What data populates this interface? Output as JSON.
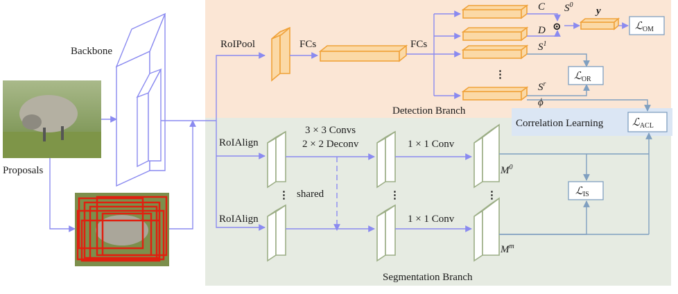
{
  "labels": {
    "backbone": "Backbone",
    "proposals": "Proposals",
    "roipool": "RoIPool",
    "fcs_1": "FCs",
    "fcs_2": "FCs",
    "detection_branch": "Detection Branch",
    "correlation_learning": "Correlation Learning",
    "roialign_top": "RoIAlign",
    "roialign_bottom": "RoIAlign",
    "convs_3x3": "3 × 3 Convs",
    "deconv_2x2": "2 × 2 Deconv",
    "shared": "shared",
    "conv_1x1_top": "1 × 1 Conv",
    "conv_1x1_bottom": "1 × 1 Conv",
    "segmentation_branch": "Segmentation Branch",
    "vdots": "⋮"
  },
  "math": {
    "C": "C",
    "D": "D",
    "S": "S",
    "S0_sup": "0",
    "S1_sup": "1",
    "Sr_sup": "r",
    "phi": "ϕ",
    "y": "y",
    "odot": "⊙",
    "M": "M",
    "M0_sup": "0",
    "Mm_sup": "m",
    "L": "ℒ",
    "L_OM_sub": "OM",
    "L_OR_sub": "OR",
    "L_ACL_sub": "ACL",
    "L_IS_sub": "IS"
  },
  "colors": {
    "detection_bg": "#fbe6d5",
    "segmentation_bg": "#e6ebe2",
    "correlation_bg": "#dbe6f4",
    "arrow_blue": "#8a8af0",
    "arrow_steel": "#7f9fc0",
    "orange": "#f0a23a",
    "orange_fill": "#fbd9a6",
    "green": "#9cae86",
    "green_fill": "#ffffff"
  },
  "icons": [
    "sheep-photo",
    "proposal-boxes-photo"
  ]
}
